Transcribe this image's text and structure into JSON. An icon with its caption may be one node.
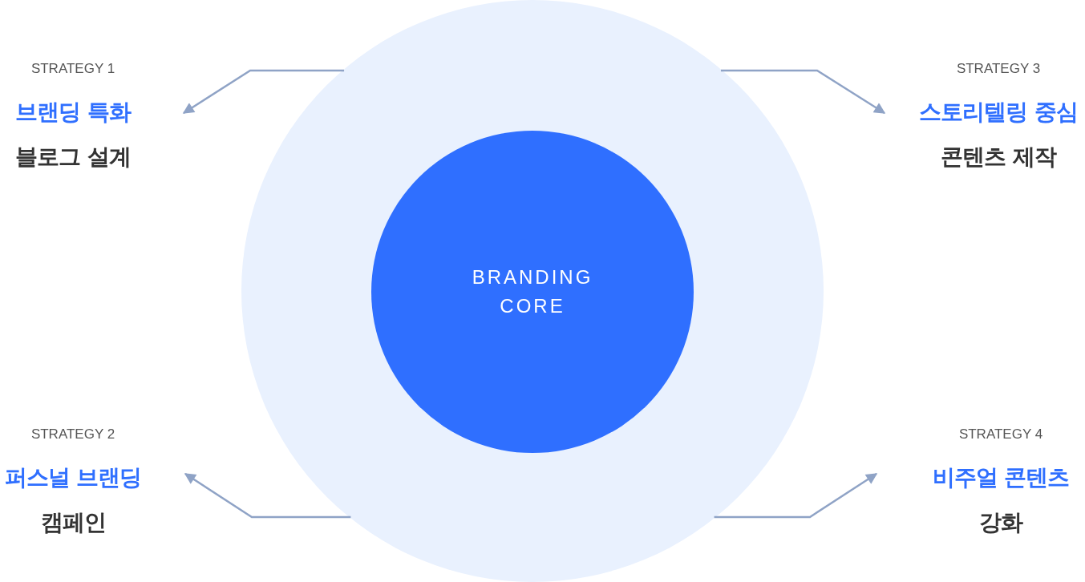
{
  "diagram": {
    "nodes": [
      {
        "text": [],
        "shape": "circle"
      },
      {
        "text": [
          "BRANDING CORE"
        ],
        "in": 0
      },
      {
        "text": [
          "STRATEGY 1",
          "브랜딩 특화",
          "블로그 설계"
        ]
      },
      {
        "text": [
          "STRATEGY 3",
          "스토리텔링 중심",
          "콘텐츠 제작"
        ]
      },
      {
        "text": [
          "STRATEGY 2",
          "퍼스널 브랜딩",
          "캠페인"
        ]
      },
      {
        "text": [
          "STRATEGY 4",
          "비주얼 콘텐츠",
          "강화"
        ]
      }
    ],
    "edges": [
      {
        "from": 0,
        "to": 2,
        "arrow": "to"
      },
      {
        "from": 0,
        "to": 3,
        "arrow": "to"
      },
      {
        "from": 0,
        "to": 4,
        "arrow": "to"
      },
      {
        "from": 0,
        "to": 5,
        "arrow": "to"
      }
    ]
  }
}
